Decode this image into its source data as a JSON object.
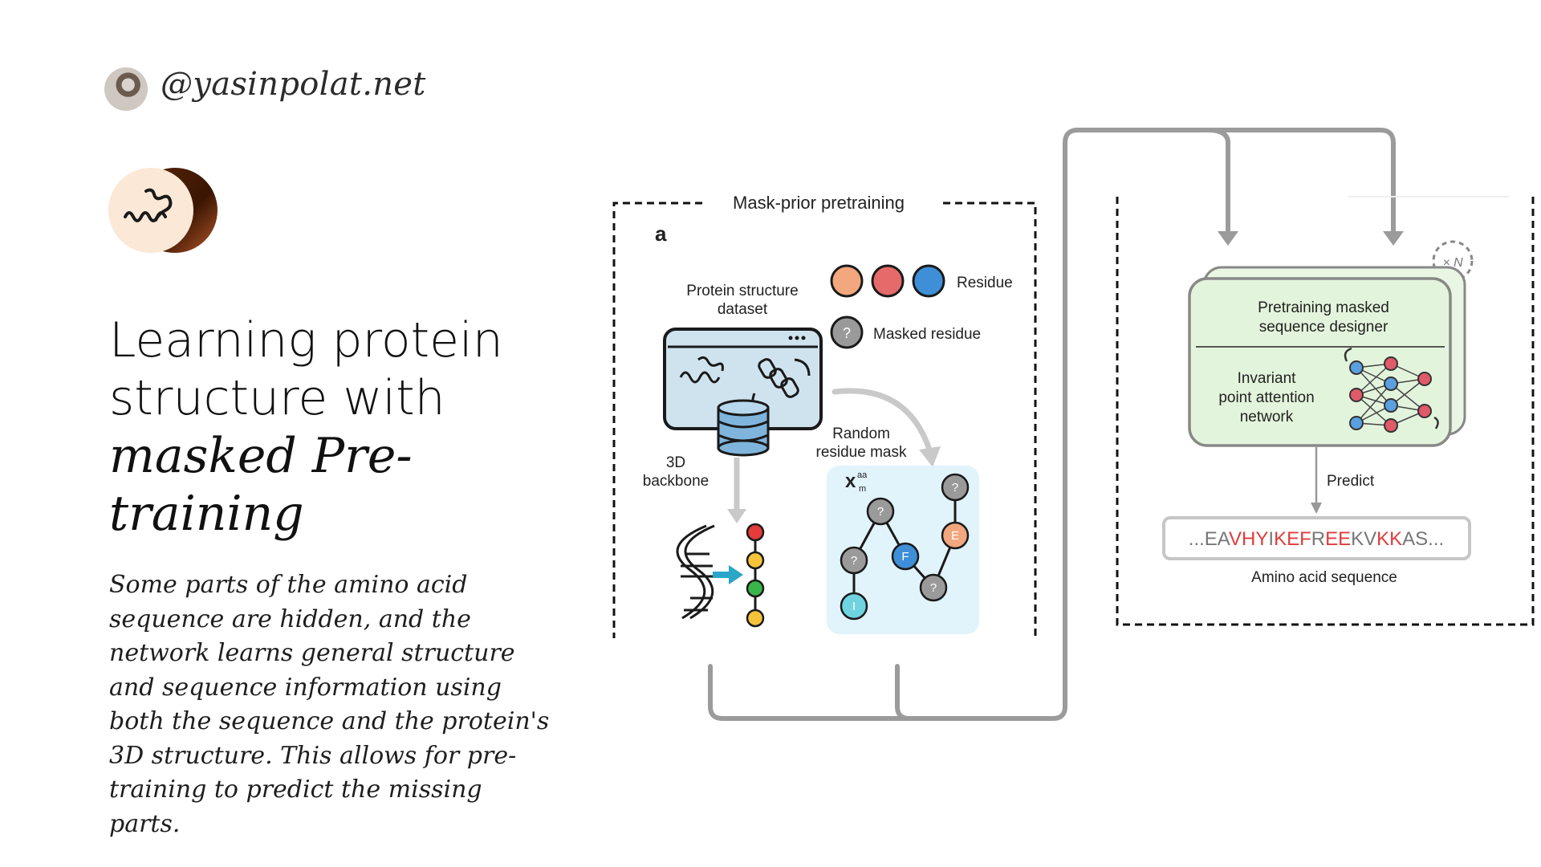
{
  "header": {
    "handle": "@yasinpolat.net"
  },
  "title": {
    "line1": "Learning protein",
    "line2": "structure with",
    "line3": "masked Pre-",
    "line4": "training"
  },
  "description": "Some parts of the amino acid sequence are hidden, and the network learns general structure and sequence information using both the sequence and the protein's 3D structure. This allows for pre-training to predict the missing parts.",
  "diagram": {
    "panel_title": "Mask-prior pretraining",
    "panel_letter": "a",
    "dataset_label": [
      "Protein structure",
      "dataset"
    ],
    "residue_label": "Residue",
    "masked_residue_label": "Masked residue",
    "masked_symbol": "?",
    "backbone_label": [
      "3D",
      "backbone"
    ],
    "random_mask_label": [
      "Random",
      "residue mask"
    ],
    "x_symbol": "x",
    "x_sup": "aa",
    "x_sub": "m",
    "node_letters": {
      "e": "E",
      "f": "F",
      "i": "I"
    },
    "designer_label": [
      "Pretraining masked",
      "sequence designer"
    ],
    "ipa_label": [
      "Invariant",
      "point attention",
      "network"
    ],
    "repeat_label": "× N",
    "predict_label": "Predict",
    "sequence_parts": [
      {
        "t": "...EA",
        "c": "grey"
      },
      {
        "t": "VHY",
        "c": "red"
      },
      {
        "t": "I",
        "c": "grey"
      },
      {
        "t": "KEF",
        "c": "red"
      },
      {
        "t": "R",
        "c": "grey"
      },
      {
        "t": "EE",
        "c": "red"
      },
      {
        "t": "KV",
        "c": "grey"
      },
      {
        "t": "KK",
        "c": "red"
      },
      {
        "t": "AS...",
        "c": "grey"
      }
    ],
    "sequence_caption": "Amino acid sequence",
    "colors": {
      "residue_orange": "#f2a77e",
      "residue_red": "#e66a6a",
      "residue_blue": "#3f8fd8",
      "masked_grey": "#9a9a9a",
      "designer_bg": "#e3f4dc",
      "mask_bg": "#e1f3fb",
      "seq_red": "#e03c3c",
      "seq_grey": "#777777",
      "connector": "#9b9b9b"
    }
  }
}
